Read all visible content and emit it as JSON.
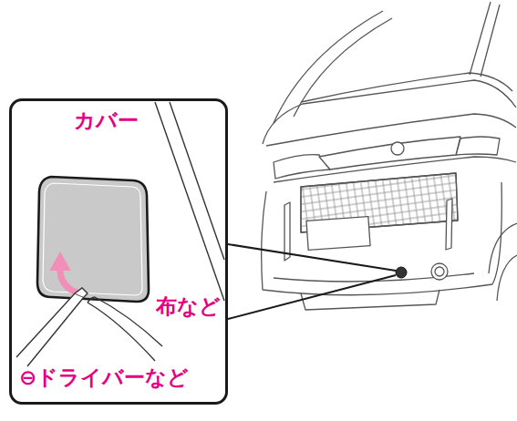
{
  "diagram": {
    "nodes": [
      {
        "text": [
          "カバー",
          "布など",
          "⊖ドライバーなど"
        ]
      }
    ]
  }
}
